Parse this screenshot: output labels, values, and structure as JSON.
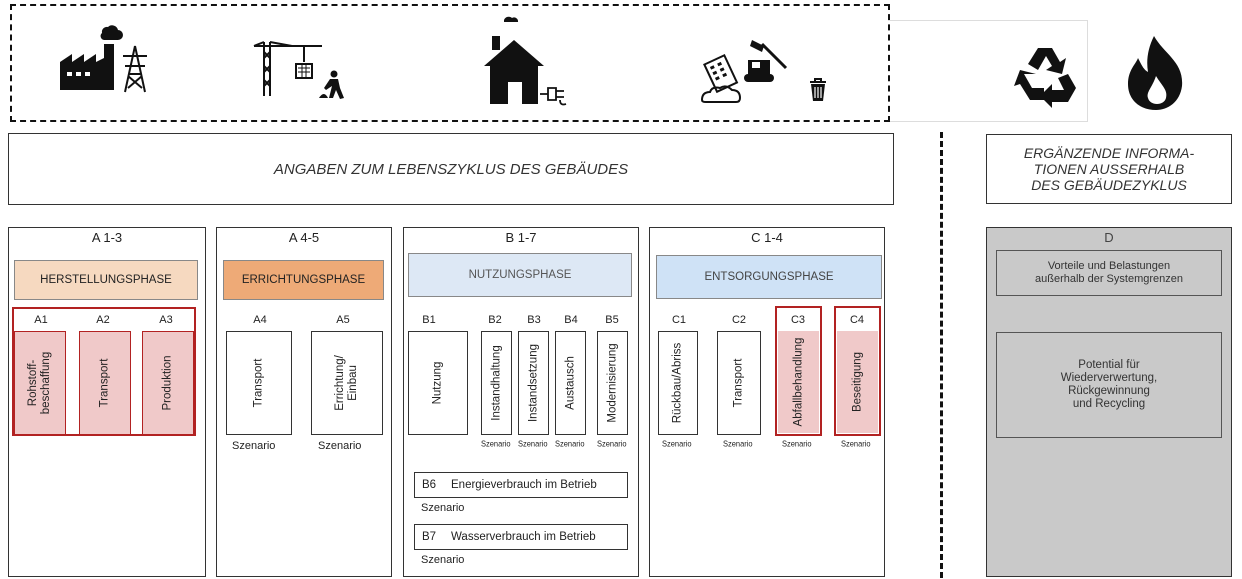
{
  "icons": {
    "production": [
      "factory-icon",
      "power-tower-icon"
    ],
    "construction": [
      "crane-icon",
      "worker-icon"
    ],
    "use": [
      "house-icon",
      "plug-icon"
    ],
    "disposal": [
      "demolition-icon",
      "excavator-icon",
      "trash-icon"
    ],
    "beyond": [
      "recycle-icon",
      "fire-icon"
    ]
  },
  "header": {
    "main": "ANGABEN ZUM LEBENSZYKLUS DES GEBÄUDES",
    "extra": "ERGÄNZENDE INFORMA-\nTIONEN AUSSERHALB\nDES GEBÄUDEZYKLUS"
  },
  "sections": {
    "a13": {
      "title": "A 1-3",
      "phase": "HERSTELLUNGSPHASE",
      "modules": [
        {
          "code": "A1",
          "label": "Rohstoff-\nbeschaffung"
        },
        {
          "code": "A2",
          "label": "Transport"
        },
        {
          "code": "A3",
          "label": "Produktion"
        }
      ]
    },
    "a45": {
      "title": "A 4-5",
      "phase": "ERRICHTUNGSPHASE",
      "modules": [
        {
          "code": "A4",
          "label": "Transport",
          "scenario": "Szenario"
        },
        {
          "code": "A5",
          "label": "Errichtung/\nEinbau",
          "scenario": "Szenario"
        }
      ]
    },
    "b17": {
      "title": "B 1-7",
      "phase": "NUTZUNGSPHASE",
      "modules": [
        {
          "code": "B1",
          "label": "Nutzung",
          "scenario": ""
        },
        {
          "code": "B2",
          "label": "Instandhaltung",
          "scenario": "Szenario"
        },
        {
          "code": "B3",
          "label": "Instandsetzung",
          "scenario": "Szenario"
        },
        {
          "code": "B4",
          "label": "Austausch",
          "scenario": "Szenario"
        },
        {
          "code": "B5",
          "label": "Modernisierung",
          "scenario": "Szenario"
        }
      ],
      "b6": {
        "code": "B6",
        "label": "Energieverbrauch im Betrieb",
        "scenario": "Szenario"
      },
      "b7": {
        "code": "B7",
        "label": "Wasserverbrauch im Betrieb",
        "scenario": "Szenario"
      }
    },
    "c14": {
      "title": "C 1-4",
      "phase": "ENTSORGUNGSPHASE",
      "modules": [
        {
          "code": "C1",
          "label": "Rückbau/Abriss",
          "scenario": "Szenario"
        },
        {
          "code": "C2",
          "label": "Transport",
          "scenario": "Szenario"
        },
        {
          "code": "C3",
          "label": "Abfallbehandlung",
          "scenario": "Szenario"
        },
        {
          "code": "C4",
          "label": "Beseitigung",
          "scenario": "Szenario"
        }
      ]
    },
    "d": {
      "title": "D",
      "benefits": "Vorteile und Belastungen\naußerhalb der Systemgrenzen",
      "potential": "Potential für\nWiederverwertung,\nRückgewinnung\nund Recycling"
    }
  },
  "colors": {
    "herstellung": "#f6d9c0",
    "errichtung": "#eeaa77",
    "nutzung": "#dde8f5",
    "entsorgung": "#cfe2f6",
    "highlight_red": "#b22222",
    "highlight_fill": "#f0c9c9",
    "d_gray": "#c9c9c9"
  }
}
